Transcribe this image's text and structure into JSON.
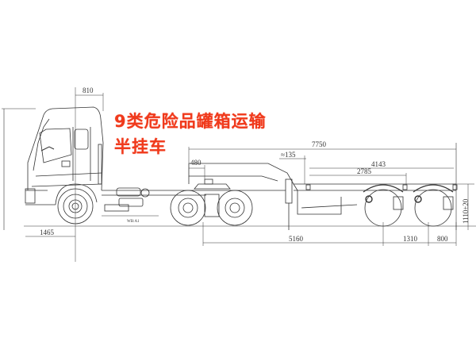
{
  "title": {
    "line1": "9类危险品罐箱运输",
    "line2": "半挂车",
    "color": "#f03a1c"
  },
  "drawing": {
    "subject": "tractor-with-semi-trailer-side-elevation",
    "line_color": "#333333",
    "dimensions": {
      "cab_top": "810",
      "front_overhang": "1465",
      "kingpin_offset": "480",
      "coupling_gap": "≈135",
      "trailer_length": "7750",
      "trailer_span_1": "4143",
      "trailer_span_2": "2785",
      "wheelbase_trailer": "5160",
      "axle_spacing": "1310",
      "rear_overhang": "800",
      "deck_height": "1110±20",
      "tractor_ground_label": "WB:A1"
    }
  }
}
